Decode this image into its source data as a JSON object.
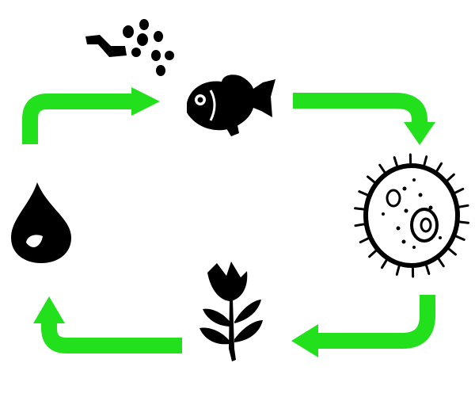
{
  "diagram": {
    "type": "cycle",
    "arrow_color": "#22e01c",
    "icon_color": "#000000",
    "background": "#ffffff",
    "nodes": [
      {
        "id": "fish-food",
        "icon": "fish-food-icon"
      },
      {
        "id": "fish",
        "icon": "fish-icon"
      },
      {
        "id": "bacteria",
        "icon": "bacteria-icon"
      },
      {
        "id": "plant",
        "icon": "plant-icon"
      },
      {
        "id": "water",
        "icon": "water-drop-icon"
      }
    ],
    "flow": [
      "fish",
      "bacteria",
      "plant",
      "water",
      "fish"
    ]
  }
}
